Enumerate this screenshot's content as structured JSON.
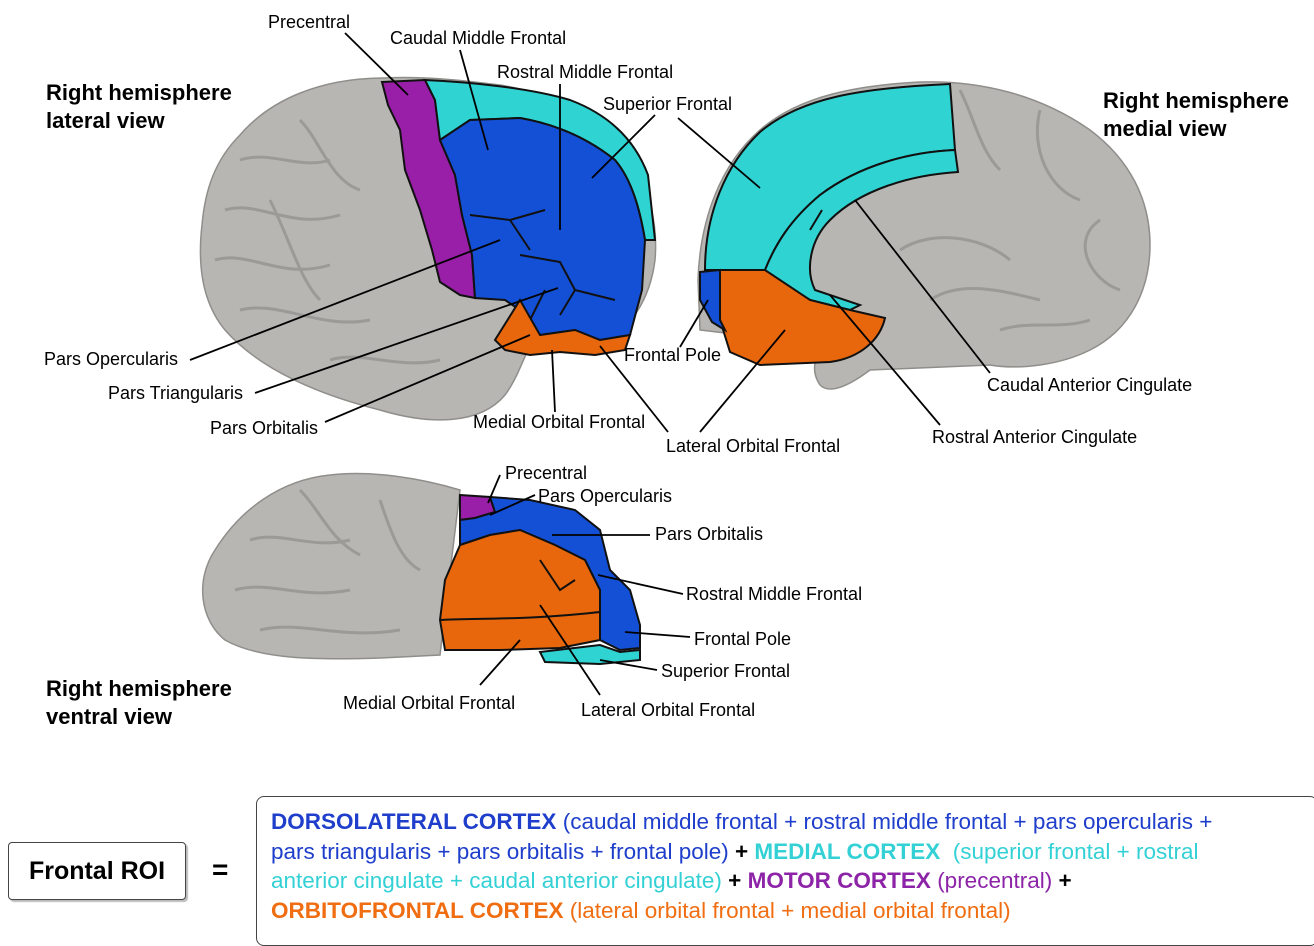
{
  "colors": {
    "dorsolateral": "#1450d6",
    "medial": "#2fd4d2",
    "motor": "#9a1fa8",
    "orbitofrontal": "#e8670c",
    "brain_gray": "#b7b6b3"
  },
  "views": {
    "lateral": {
      "title_line1": "Right hemisphere",
      "title_line2": "lateral view",
      "labels": {
        "precentral": "Precentral",
        "caudal_middle_frontal": "Caudal Middle Frontal",
        "rostral_middle_frontal": "Rostral Middle Frontal",
        "superior_frontal": "Superior Frontal",
        "pars_opercularis": "Pars Opercularis",
        "pars_triangularis": "Pars Triangularis",
        "pars_orbitalis": "Pars Orbitalis",
        "medial_orbital_frontal": "Medial Orbital Frontal",
        "lateral_orbital_frontal": "Lateral Orbital Frontal"
      }
    },
    "medial": {
      "title_line1": "Right hemisphere",
      "title_line2": "medial view",
      "labels": {
        "frontal_pole": "Frontal Pole",
        "caudal_anterior_cingulate": "Caudal Anterior Cingulate",
        "rostral_anterior_cingulate": "Rostral Anterior Cingulate"
      }
    },
    "ventral": {
      "title_line1": "Right hemisphere",
      "title_line2": "ventral view",
      "labels": {
        "precentral": "Precentral",
        "pars_opercularis": "Pars Opercularis",
        "pars_orbitalis": "Pars Orbitalis",
        "rostral_middle_frontal": "Rostral Middle Frontal",
        "frontal_pole": "Frontal Pole",
        "superior_frontal": "Superior Frontal",
        "medial_orbital_frontal": "Medial Orbital Frontal",
        "lateral_orbital_frontal": "Lateral Orbital Frontal"
      }
    }
  },
  "roi": {
    "label": "Frontal ROI",
    "equals": "=",
    "plus": "+",
    "dorsolateral_name": "DORSOLATERAL CORTEX",
    "dorsolateral_detail_1": "(caudal middle frontal + rostral middle frontal + pars opercularis +",
    "dorsolateral_detail_2": "pars triangularis + pars orbitalis + frontal pole)",
    "medial_name": "MEDIAL CORTEX",
    "medial_detail_1": "(superior frontal + rostral",
    "medial_detail_2": "anterior cingulate + caudal anterior cingulate)",
    "motor_name": "MOTOR CORTEX",
    "motor_detail": "(precentral)",
    "ofc_name": "ORBITOFRONTAL CORTEX",
    "ofc_detail": "(lateral orbital frontal + medial orbital frontal)"
  }
}
